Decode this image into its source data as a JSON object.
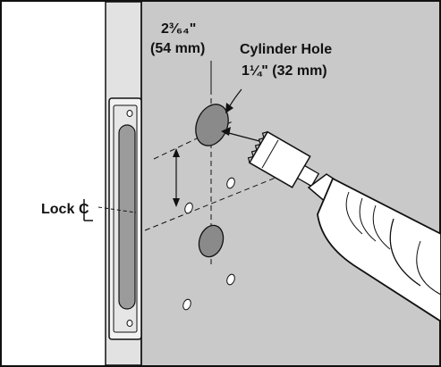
{
  "labels": {
    "backset_fraction": "2³⁄₆₄\"",
    "backset_mm": "(54 mm)",
    "cylinder_title": "Cylinder Hole",
    "cylinder_size": "1¼\" (32 mm)",
    "lock_text": "Lock",
    "centerline_symbol": "C"
  },
  "colors": {
    "line": "#111111",
    "door_face": "#c9c9c9",
    "door_edge": "#e2e2e2",
    "hole_fill": "#8a8a8a",
    "drill_body": "#ffffff",
    "faceplate_slot": "#9b9b9b"
  },
  "icons": {
    "drill": "hole-saw-drill-icon",
    "faceplate": "latch-faceplate-icon"
  }
}
